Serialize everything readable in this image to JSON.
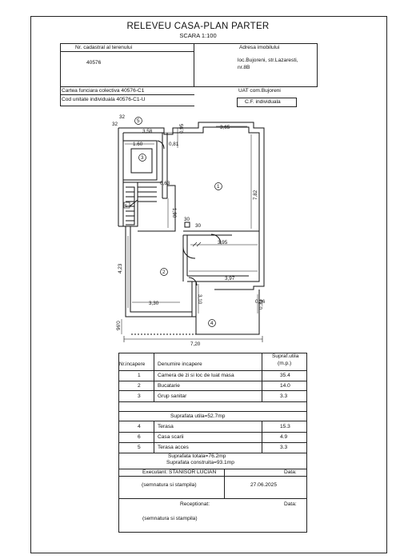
{
  "header": {
    "title": "RELEVEU CASA-PLAN PARTER",
    "scale": "SCARA 1:100"
  },
  "info": {
    "cadastral_label": "Nr. cadastral al terenului",
    "cadastral_value": "40576",
    "address_label": "Adresa imobilului",
    "address_line1": "loc.Bujoreni, str.Lazaresti,",
    "address_line2": "nr.8B",
    "cf_collective": "Cartea funciara colectiva 40576-C1",
    "uat": "UAT com.Bujoreni",
    "unit_code": "Cod unitate individuala 40576-C1-U",
    "cf_individual": "C.F. individuala"
  },
  "plan": {
    "dims": {
      "d32a": "32",
      "d32b": "32",
      "d358": "3,58",
      "d095": "0,95",
      "d365": "3,65",
      "d160": "1.60",
      "d081": "0,81",
      "d782": "7,82",
      "d063": "0,63",
      "d190": "1,90",
      "d30a": "30",
      "d30b": "30",
      "d395": "3,95",
      "d423": "4,23",
      "d397": "3,97",
      "d330": "3,30",
      "d310": "3,10",
      "d036": "0,36",
      "d033": "0,33",
      "d096": "96'0",
      "d720": "7,20"
    },
    "rooms": {
      "r1": "1",
      "r2": "2",
      "r3": "3",
      "r4": "4",
      "r5": "5",
      "r6": "6"
    }
  },
  "rooms_table": {
    "col_nr": "Nr.incapere",
    "col_name": "Denumire incapere",
    "col_area_1": "Supraf.utila",
    "col_area_2": "(m.p.)",
    "rows": [
      {
        "nr": "1",
        "name": "Camera de zi si loc de luat masa",
        "area": "35.4"
      },
      {
        "nr": "2",
        "name": "Bucatarie",
        "area": "14.0"
      },
      {
        "nr": "3",
        "name": "Grup sanitar",
        "area": "3.3"
      }
    ],
    "useful_total": "Suprafata utila=52.7mp",
    "rows2": [
      {
        "nr": "4",
        "name": "Terasa",
        "area": "15.3"
      },
      {
        "nr": "6",
        "name": "Casa scarii",
        "area": "4.9"
      },
      {
        "nr": "5",
        "name": "Terasa acces",
        "area": "3.3"
      }
    ],
    "total_area": "Suprafata totala=76.2mp",
    "built_area": "Suprafata construita=93.1mp"
  },
  "signatures": {
    "executant": "Executant: STANISOR LUCIAN",
    "data_label": "Data:",
    "sign1": "(semnatura si stampila)",
    "date_value": "27.06.2025",
    "receptionat": "Receptionat:",
    "data_label2": "Data:",
    "sign2": "(semnatura si stampila)"
  }
}
